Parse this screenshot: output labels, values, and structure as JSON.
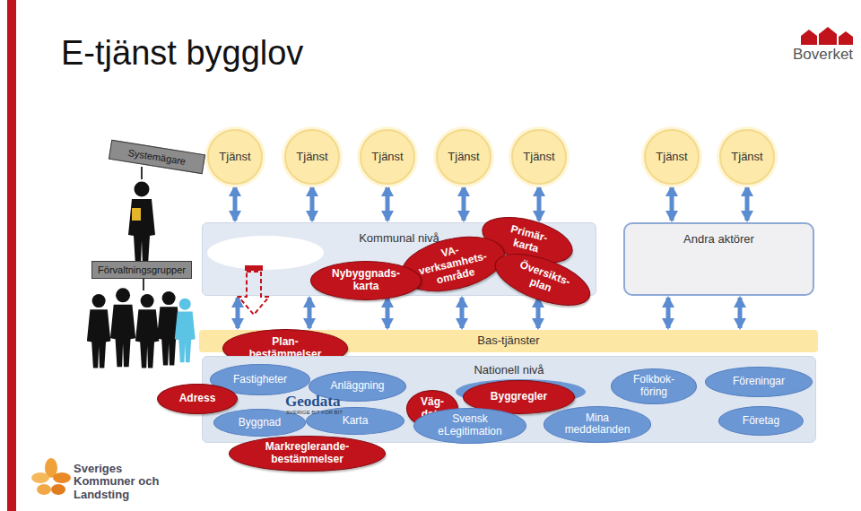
{
  "diagram": {
    "title": "E-tjänst bygglov",
    "nodes": [
      {
        "text": [
          "Tjänst"
        ]
      },
      {
        "text": [
          "Tjänst"
        ]
      },
      {
        "text": [
          "Tjänst"
        ]
      },
      {
        "text": [
          "Tjänst"
        ]
      },
      {
        "text": [
          "Tjänst"
        ]
      },
      {
        "text": [
          "Tjänst"
        ]
      },
      {
        "text": [
          "Tjänst"
        ]
      },
      {
        "text": [
          "Systemägare"
        ]
      },
      {
        "text": [
          "Kommunal nivå"
        ]
      },
      {
        "text": [
          "Primär- karta"
        ],
        "in": 8
      },
      {
        "text": [
          "VA- verksamhets- område"
        ],
        "in": 8
      },
      {
        "text": [
          "Nybyggnads- karta"
        ],
        "in": 8
      },
      {
        "text": [
          "Översikts- plan"
        ],
        "in": 8
      },
      {
        "text": [
          "Andra aktörer"
        ]
      },
      {
        "text": [
          "Förvaltningsgrupper"
        ]
      },
      {
        "text": [
          "Bas-tjänster"
        ]
      },
      {
        "text": [
          "Plan- bestämmelser"
        ]
      },
      {
        "text": [
          "Nationell nivå"
        ]
      },
      {
        "text": [
          "Fastigheter"
        ],
        "in": 17
      },
      {
        "text": [
          "Anläggning"
        ],
        "in": 17
      },
      {
        "text": [
          "Folkbok- föring"
        ],
        "in": 17
      },
      {
        "text": [
          "Föreningar"
        ],
        "in": 17
      },
      {
        "text": [
          "Adress"
        ]
      },
      {
        "text": [
          "Väg- data"
        ],
        "in": 17
      },
      {
        "text": [
          "Byggregler"
        ],
        "in": 17
      },
      {
        "text": [
          "Byggnad"
        ],
        "in": 17
      },
      {
        "text": [
          "Karta"
        ],
        "in": 17
      },
      {
        "text": [
          "Svensk eLegitimation"
        ],
        "in": 17
      },
      {
        "text": [
          "Mina meddelanden"
        ],
        "in": 17
      },
      {
        "text": [
          "Företag"
        ],
        "in": 17
      },
      {
        "text": [
          "Markreglerande- bestämmelser"
        ]
      }
    ],
    "edges": [
      {
        "from": 0,
        "to": 8,
        "arrow": "both"
      },
      {
        "from": 1,
        "to": 8,
        "arrow": "both"
      },
      {
        "from": 2,
        "to": 8,
        "arrow": "both"
      },
      {
        "from": 3,
        "to": 8,
        "arrow": "both"
      },
      {
        "from": 4,
        "to": 8,
        "arrow": "both"
      },
      {
        "from": 5,
        "to": 13,
        "arrow": "both"
      },
      {
        "from": 6,
        "to": 13,
        "arrow": "both"
      },
      {
        "from": 8,
        "to": 15,
        "arrow": "both"
      },
      {
        "from": 8,
        "to": 15,
        "arrow": "both"
      },
      {
        "from": 8,
        "to": 15,
        "arrow": "both"
      },
      {
        "from": 8,
        "to": 15,
        "arrow": "both"
      },
      {
        "from": 8,
        "to": 15,
        "arrow": "both"
      },
      {
        "from": 13,
        "to": 15,
        "arrow": "both"
      },
      {
        "from": 13,
        "to": 15,
        "arrow": "both"
      }
    ],
    "labels": [
      "Geodata",
      "SVERIGE BIT FÖR BIT",
      "Boverket",
      "Sveriges Kommuner och Landsting"
    ]
  }
}
